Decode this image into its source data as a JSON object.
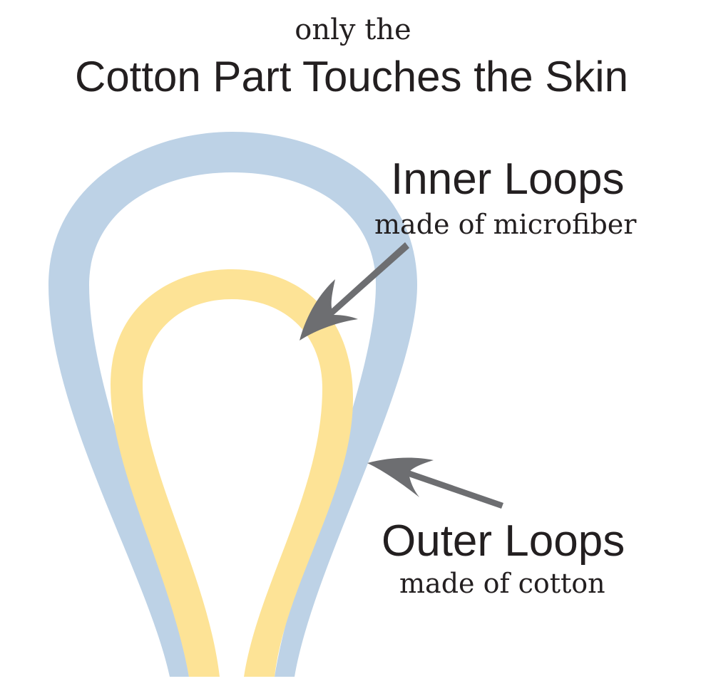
{
  "title": {
    "line1": "only the",
    "line2": "Cotton Part Touches the Skin"
  },
  "labels": {
    "inner": {
      "title": "Inner Loops",
      "subtitle": "made of microfiber"
    },
    "outer": {
      "title": "Outer Loops",
      "subtitle": "made of cotton"
    }
  },
  "colors": {
    "outer_loop": "#bdd2e6",
    "inner_loop": "#fde396",
    "arrow": "#6d6e71",
    "text": "#231f20"
  }
}
